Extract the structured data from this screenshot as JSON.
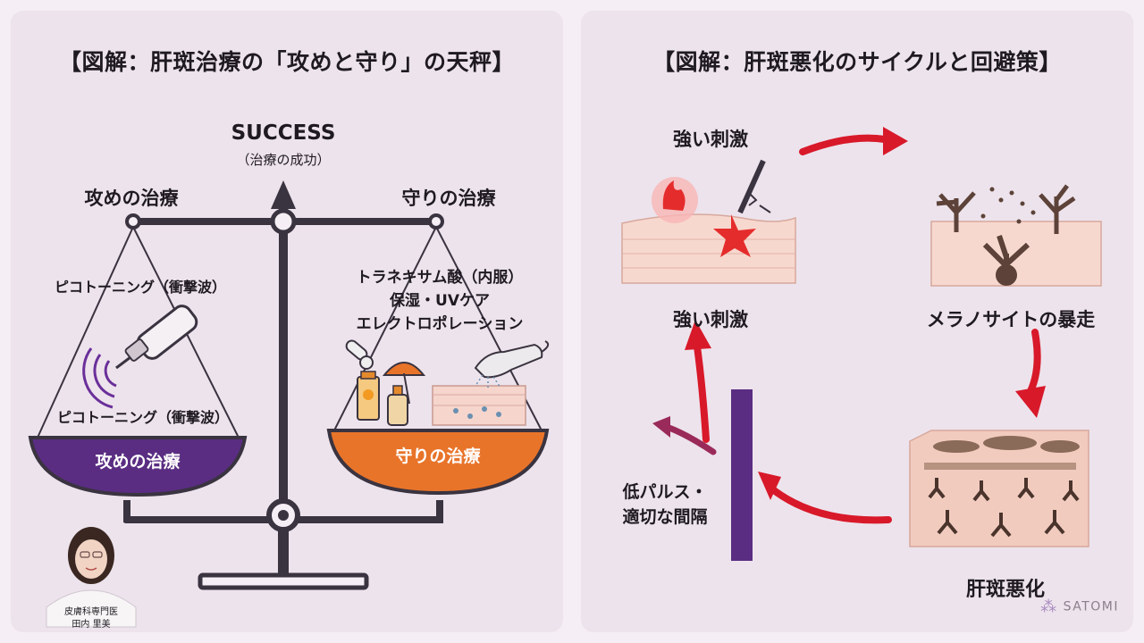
{
  "left": {
    "title": "【図解：肝斑治療の「攻めと守り」の天秤】",
    "success": "SUCCESS",
    "success_sub": "（治療の成功）",
    "attack_heading": "攻めの治療",
    "defense_heading": "守りの治療",
    "attack_item_top": "ピコトーニング（衝撃波）",
    "attack_item_bottom": "ピコトーニング（衝撃波）",
    "attack_pan_label": "攻めの治療",
    "defense_item_1": "トラネキサム酸（内服）",
    "defense_item_2": "保湿・UVケア",
    "defense_item_3": "エレクトロポレーション",
    "defense_pan_label": "守りの治療",
    "doctor_role": "皮膚科専門医",
    "doctor_name": "田内 里美"
  },
  "right": {
    "title": "【図解：肝斑悪化のサイクルと回避策】",
    "stimulus_top": "強い刺激",
    "stimulus_mid": "強い刺激",
    "melanocyte": "メラノサイトの暴走",
    "worsening": "肝斑悪化",
    "avoid_1": "低パルス・",
    "avoid_2": "適切な間隔"
  },
  "brand": "SATOMI",
  "colors": {
    "purple": "#5a2d82",
    "orange": "#e8742a",
    "red": "#d8192a",
    "dark": "#3a3340"
  }
}
